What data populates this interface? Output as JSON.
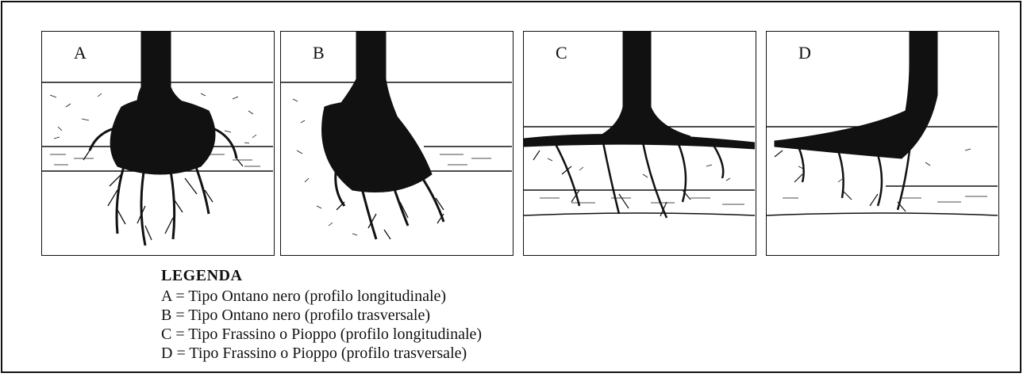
{
  "panels": [
    {
      "id": "A",
      "label": "A"
    },
    {
      "id": "B",
      "label": "B"
    },
    {
      "id": "C",
      "label": "C"
    },
    {
      "id": "D",
      "label": "D"
    }
  ],
  "legend": {
    "title": "LEGENDA",
    "items": [
      "A = Tipo Ontano nero (profilo longitudinale)",
      "B = Tipo Ontano nero (profilo trasversale)",
      "C = Tipo Frassino o Pioppo (profilo longitudinale)",
      "D = Tipo Frassino o Pioppo (profilo trasversale)"
    ]
  }
}
